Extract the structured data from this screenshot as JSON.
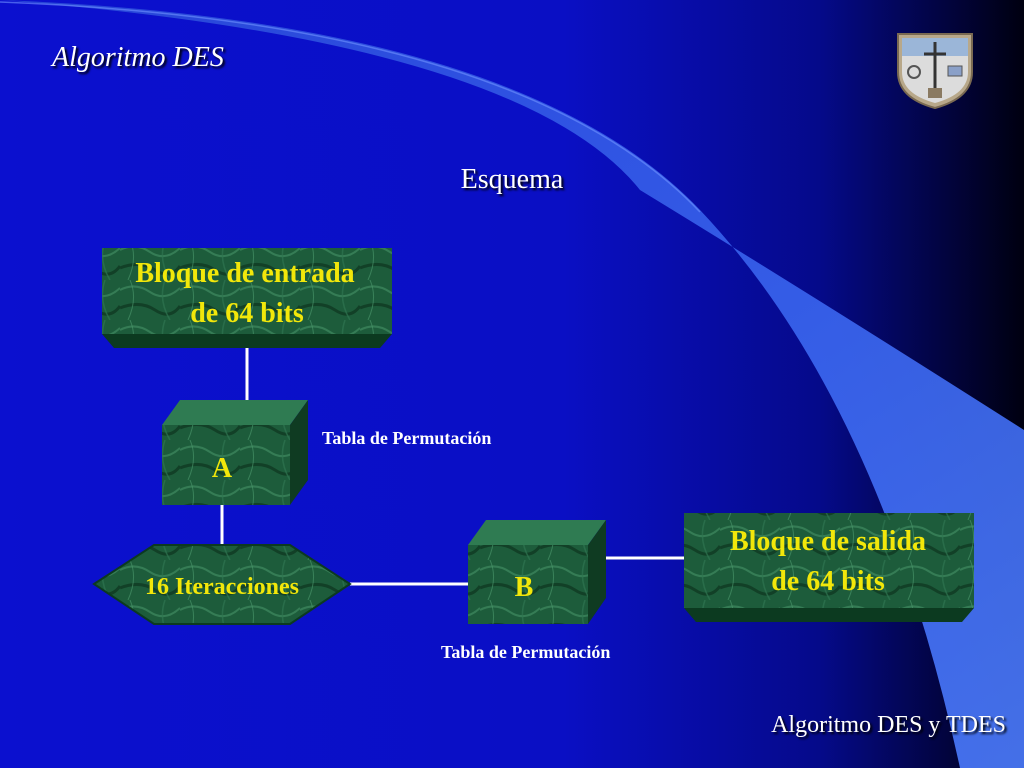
{
  "slide": {
    "title": "Algoritmo DES",
    "subtitle": "Esquema",
    "footer": "Algoritmo DES y TDES"
  },
  "diagram": {
    "input_block": {
      "line1": "Bloque de entrada",
      "line2": "de 64 bits"
    },
    "permutation_a": {
      "label": "A",
      "caption": "Tabla de Permutación"
    },
    "iterations": {
      "label": "16 Iteracciones"
    },
    "permutation_b": {
      "label": "B",
      "caption": "Tabla de Permutación"
    },
    "output_block": {
      "line1": "Bloque de salida",
      "line2": "de 64 bits"
    }
  },
  "colors": {
    "background": "#0a10c8",
    "swoosh": "#3c6cf4",
    "block_green": "#1f5a3a",
    "label_yellow": "#f2e70a",
    "text_white": "#ffffff"
  },
  "icons": {
    "emblem": "crest-emblem-icon"
  }
}
